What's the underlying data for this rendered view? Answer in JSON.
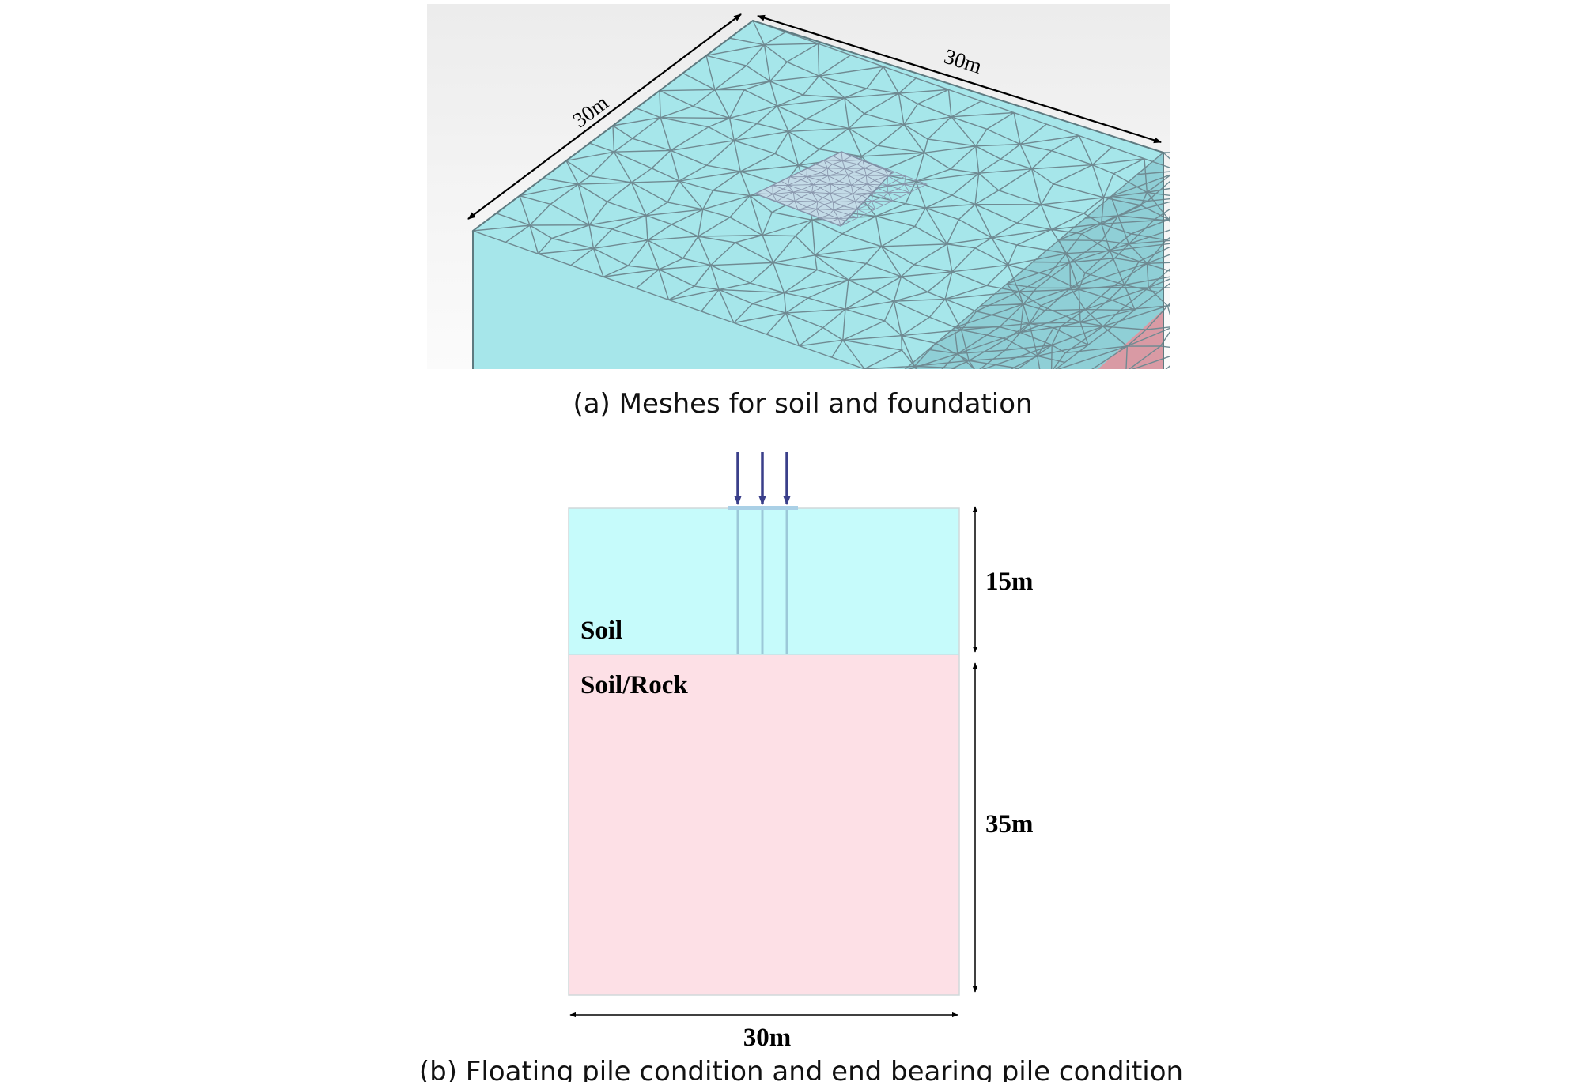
{
  "panel_a": {
    "caption": "(a) Meshes for soil and foundation",
    "dim_left": "30m",
    "dim_right": "30m"
  },
  "panel_b": {
    "caption": "(b) Floating pile condition and end bearing pile condition",
    "layer_top_label": "Soil",
    "layer_bottom_label": "Soil/Rock",
    "dim_top": "15m",
    "dim_bottom": "35m",
    "dim_width": "30m"
  },
  "colors": {
    "mesh_fill": "#a6e6ea",
    "mesh_line": "#6f8a92",
    "soil": "#c6fbfb",
    "rock": "#fde0e6",
    "load_arrow": "#3a3f8a"
  }
}
